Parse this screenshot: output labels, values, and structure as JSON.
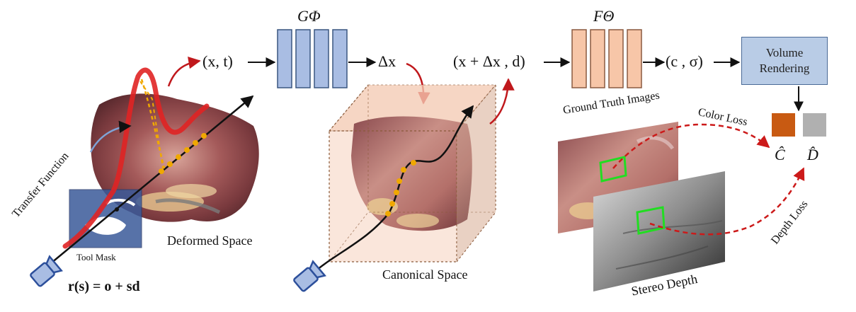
{
  "labels": {
    "input_xt": "(x, t)",
    "g_phi": "GΦ",
    "delta_x": "Δx",
    "input_xd": "(x + Δx , d)",
    "f_theta": "FΘ",
    "output_c_sigma": "(c , σ)",
    "volume_rendering_line1": "Volume",
    "volume_rendering_line2": "Rendering",
    "ground_truth_images": "Ground Truth Images",
    "color_loss": "Color Loss",
    "depth_loss": "Depth Loss",
    "c_hat": "Ĉ",
    "d_hat": "D̂",
    "transfer_function": "Transfer Function",
    "tool_mask": "Tool Mask",
    "deformed_space": "Deformed Space",
    "canonical_space": "Canonical Space",
    "stereo_depth": "Stereo Depth",
    "ray_equation": "r(s) = o + sd"
  },
  "colors": {
    "g_phi_block": "#a9bde3",
    "f_theta_block": "#f7c6a8",
    "volume_rendering_box": "#b9cce6",
    "red_arrow": "#c0181c",
    "loss_dashed": "#cc1a1a",
    "sample_points": "#f0a800",
    "green_patch": "#22dd22",
    "color_swatch": "#c85a12",
    "depth_swatch": "#b0b0b0",
    "camera": "#2c4f9b"
  }
}
